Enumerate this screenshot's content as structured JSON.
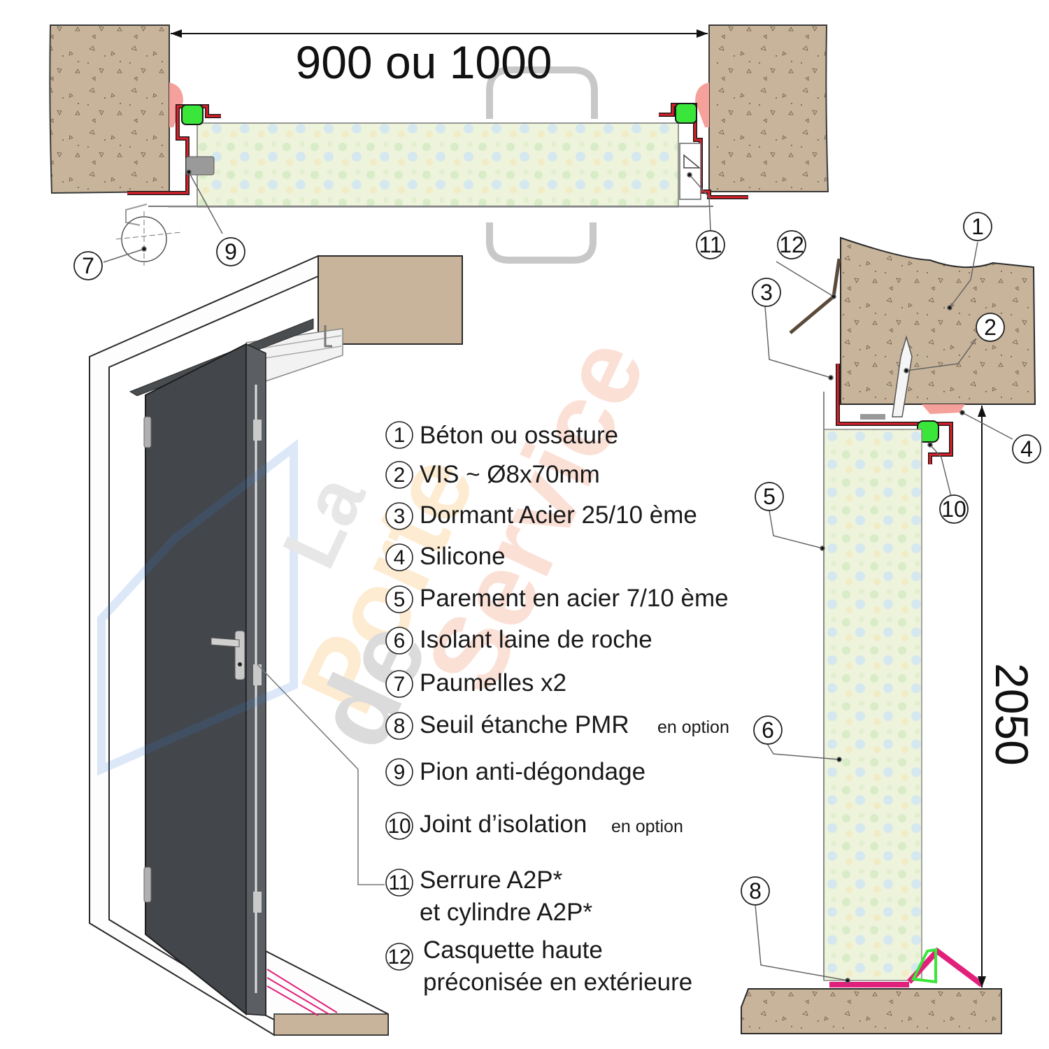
{
  "dimensions": {
    "width_label": "900 ou 1000",
    "height_label": "2050"
  },
  "legend": [
    {
      "num": "1",
      "text": "Béton ou ossature",
      "opt": ""
    },
    {
      "num": "2",
      "text": "VIS ~ Ø8x70mm",
      "opt": ""
    },
    {
      "num": "3",
      "text": "Dormant Acier 25/10 ème",
      "opt": ""
    },
    {
      "num": "4",
      "text": "Silicone",
      "opt": ""
    },
    {
      "num": "5",
      "text": "Parement en acier 7/10 ème",
      "opt": ""
    },
    {
      "num": "6",
      "text": "Isolant laine de roche",
      "opt": ""
    },
    {
      "num": "7",
      "text": "Paumelles x2",
      "opt": ""
    },
    {
      "num": "8",
      "text": "Seuil étanche PMR",
      "opt": "en option"
    },
    {
      "num": "9",
      "text": "Pion anti-dégondage",
      "opt": ""
    },
    {
      "num": "10",
      "text": "Joint d’isolation",
      "opt": "en option"
    },
    {
      "num": "11",
      "text": "Serrure A2P*",
      "text2": "et cylindre A2P*",
      "opt": ""
    },
    {
      "num": "12",
      "text": "Casquette haute",
      "text2": "préconisée en extérieure",
      "opt": ""
    }
  ],
  "callouts": {
    "top_view": [
      "7",
      "9",
      "11"
    ],
    "side_view": [
      "1",
      "2",
      "3",
      "4",
      "5",
      "6",
      "8",
      "10",
      "12"
    ]
  },
  "watermark": [
    "La",
    "Porte",
    "de",
    "Service"
  ],
  "colors": {
    "concrete": "#c8b49a",
    "frame_red": "#e0202a",
    "seal_green": "#39e639",
    "silicone_pink": "#f5a09a",
    "threshold_pink": "#e0207a",
    "door_dark": "#45484b",
    "insulation": "#eef3dc"
  }
}
